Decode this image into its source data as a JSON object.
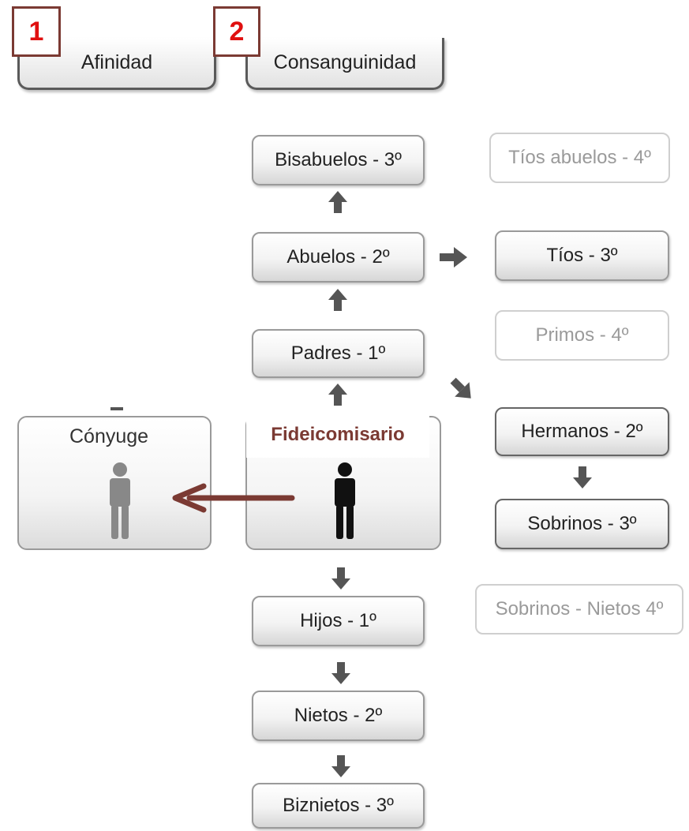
{
  "tabs": [
    {
      "number": "1",
      "label": "Afinidad"
    },
    {
      "number": "2",
      "label": "Consanguinidad"
    }
  ],
  "nodes": {
    "bisabuelos": "Bisabuelos - 3º",
    "abuelos": "Abuelos - 2º",
    "padres": "Padres - 1º",
    "hijos": "Hijos - 1º",
    "nietos": "Nietos - 2º",
    "biznietos": "Biznietos - 3º",
    "tios_abuelos": "Tíos abuelos - 4º",
    "tios": "Tíos - 3º",
    "primos": "Primos - 4º",
    "hermanos": "Hermanos - 2º",
    "sobrinos": "Sobrinos - 3º",
    "sobrinos_nietos": "Sobrinos - Nietos 4º"
  },
  "conyuge": {
    "label": "Cónyuge"
  },
  "fideicomisario": {
    "label": "Fideicomisario"
  },
  "colors": {
    "accent": "#7b3a33",
    "badge_text": "#e01010",
    "arrow": "#555555"
  },
  "icons": [
    "person-gray-icon",
    "person-black-icon",
    "arrow-left-icon"
  ]
}
